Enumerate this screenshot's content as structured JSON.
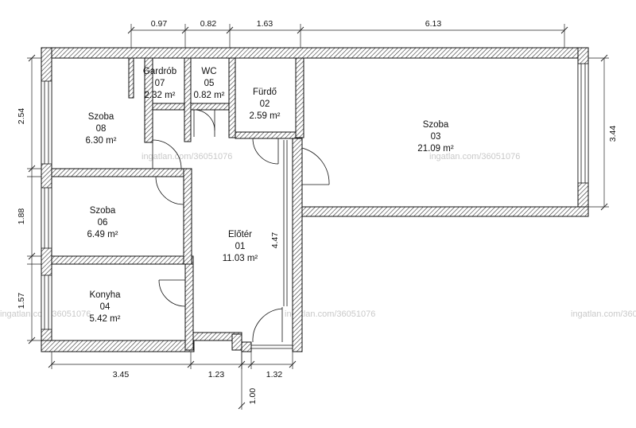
{
  "rooms": [
    {
      "id": "szoba-08",
      "name": "Szoba",
      "number": "08",
      "area": "6.30 m²"
    },
    {
      "id": "gardrob-07",
      "name": "Gardrób",
      "number": "07",
      "area": "2.32 m²"
    },
    {
      "id": "wc-05",
      "name": "WC",
      "number": "05",
      "area": "0.82 m²"
    },
    {
      "id": "furdo-02",
      "name": "Fürdő",
      "number": "02",
      "area": "2.59 m²"
    },
    {
      "id": "szoba-03",
      "name": "Szoba",
      "number": "03",
      "area": "21.09 m²"
    },
    {
      "id": "szoba-06",
      "name": "Szoba",
      "number": "06",
      "area": "6.49 m²"
    },
    {
      "id": "eloter-01",
      "name": "Előtér",
      "number": "01",
      "area": "11.03 m²"
    },
    {
      "id": "konyha-04",
      "name": "Konyha",
      "number": "04",
      "area": "5.42 m²"
    }
  ],
  "dimensions": {
    "top": [
      "0.97",
      "0.82",
      "1.63",
      "6.13"
    ],
    "left": [
      "2.54",
      "1.88",
      "1.57"
    ],
    "bottom": [
      "3.45",
      "1.23",
      "1.32"
    ],
    "right": "3.44",
    "inner": "4.47",
    "entrance": "1.00"
  },
  "watermark": "ingatlan.com/36051076"
}
